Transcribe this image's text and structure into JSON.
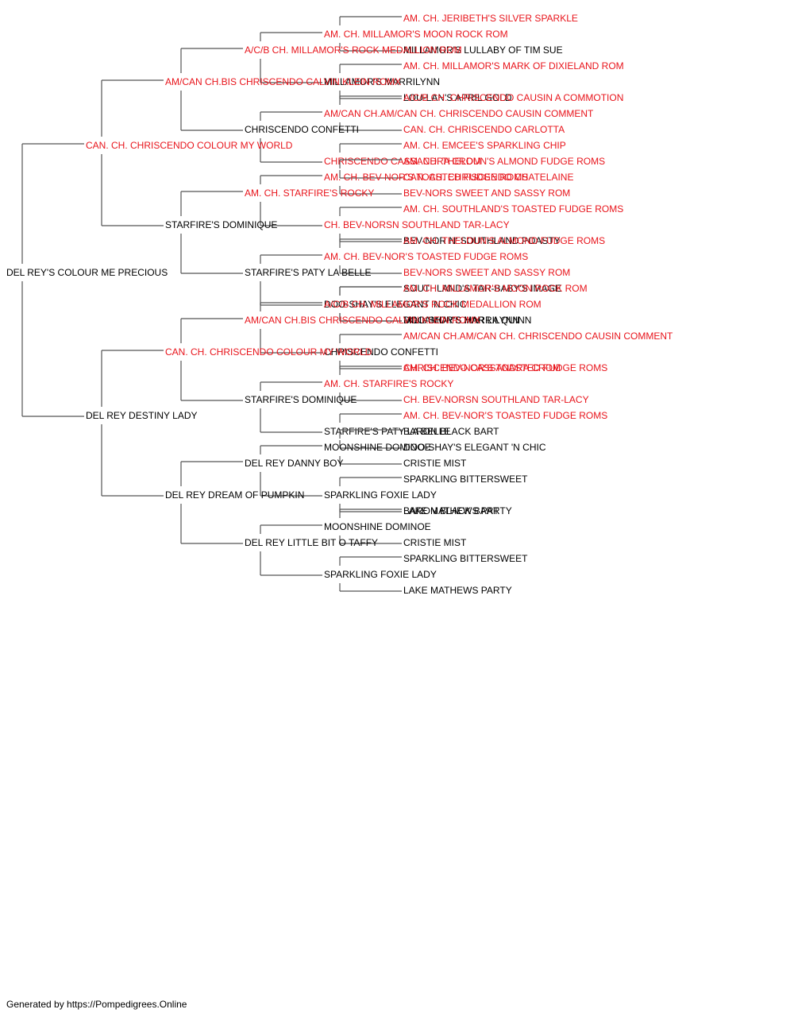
{
  "colors": {
    "champion": "#e8141b",
    "normal": "#000000",
    "line": "#555555"
  },
  "pedigree": {
    "name": "DEL REY'S COLOUR ME PRECIOUS",
    "champion": false,
    "sire": {
      "name": "CAN. CH. CHRISCENDO COLOUR MY WORLD",
      "champion": true,
      "sire": {
        "name": "AM/CAN CH.BIS CHRISCENDO CALVIN KLEIN ROMX",
        "champion": true,
        "sire": {
          "name": "A/C/B CH. MILLAMOR'S ROCK MEDALLION ROM",
          "champion": true,
          "sire": {
            "name": "AM. CH. MILLAMOR'S MOON ROCK ROM",
            "champion": true,
            "sire": {
              "name": "AM. CH. JERIBETH'S SILVER SPARKLE",
              "champion": true
            },
            "dam": {
              "name": "MILLAMOR'S LULLABY OF TIM SUE",
              "champion": false
            }
          },
          "dam": {
            "name": "MILLAMOR'S MARRILYNN",
            "champion": false,
            "sire": {
              "name": "AM. CH. MILLAMOR'S MARK OF DIXIELAND ROM",
              "champion": true
            },
            "dam": {
              "name": "LOU-LAN'S APRIL GOLD",
              "champion": false
            }
          }
        },
        "dam": {
          "name": "CHRISCENDO CONFETTI",
          "champion": false,
          "sire": {
            "name": "AM/CAN CH.AM/CAN CH. CHRISCENDO CAUSIN COMMENT",
            "champion": true,
            "sire": {
              "name": "A/C/B CH. CHRISCENDO CAUSIN A COMMOTION",
              "champion": true
            },
            "dam": {
              "name": "CAN. CH. CHRISCENDO CARLOTTA",
              "champion": true
            }
          },
          "dam": {
            "name": "CHRISCENDO CASSANDRA CROM",
            "champion": true,
            "sire": {
              "name": "AM. CH. EMCEE'S SPARKLING CHIP",
              "champion": true
            },
            "dam": {
              "name": "CAN. CH. CHRISCENDO CHATELAINE",
              "champion": true
            }
          }
        }
      },
      "dam": {
        "name": "STARFIRE'S DOMINIQUE",
        "champion": false,
        "sire": {
          "name": "AM. CH. STARFIRE'S ROCKY",
          "champion": true,
          "sire": {
            "name": "AM. CH. BEV-NOR'S TOASTED FUDGE ROMS",
            "champion": true,
            "sire": {
              "name": "AM. CH. THELDUN'S ALMOND FUDGE ROMS",
              "champion": true
            },
            "dam": {
              "name": "BEV-NORS SWEET AND SASSY ROM",
              "champion": true
            }
          },
          "dam": {
            "name": "CH. BEV-NORSN SOUTHLAND TAR-LACY",
            "champion": true,
            "sire": {
              "name": "AM. CH. SOUTHLAND'S TOASTED FUDGE ROMS",
              "champion": true
            },
            "dam": {
              "name": "BEV-NOR N' SOUTHLAND POASTY",
              "champion": false
            }
          }
        },
        "dam": {
          "name": "STARFIRE'S PATY LA BELLE",
          "champion": false,
          "sire": {
            "name": "AM. CH. BEV-NOR'S TOASTED FUDGE ROMS",
            "champion": true,
            "sire": {
              "name": "AM. CH. THELDUN'S ALMOND FUDGE ROMS",
              "champion": true
            },
            "dam": {
              "name": "BEV-NORS SWEET AND SASSY ROM",
              "champion": true
            }
          },
          "dam": {
            "name": "DOO-SHAY'S ELEGANT 'N CHIC",
            "champion": false,
            "sire": {
              "name": "SOUTHLAND'S TAR-BABY'S IMAGE",
              "champion": false
            },
            "dam": {
              "name": "DOO-SHAY'S HAR LA QUINN",
              "champion": false
            }
          }
        }
      }
    },
    "dam": {
      "name": "DEL REY DESTINY LADY",
      "champion": false,
      "sire": {
        "name": "CAN. CH. CHRISCENDO COLOUR MY WORLD",
        "champion": true,
        "sire": {
          "name": "AM/CAN CH.BIS CHRISCENDO CALVIN KLEIN ROMX",
          "champion": true,
          "sire": {
            "name": "A/C/B CH. MILLAMOR'S ROCK MEDALLION ROM",
            "champion": true,
            "sire": {
              "name": "AM. CH. MILLAMOR'S MOON ROCK ROM",
              "champion": true
            },
            "dam": {
              "name": "MILLAMOR'S MARRILYNN",
              "champion": false
            }
          },
          "dam": {
            "name": "CHRISCENDO CONFETTI",
            "champion": false,
            "sire": {
              "name": "AM/CAN CH.AM/CAN CH. CHRISCENDO CAUSIN COMMENT",
              "champion": true
            },
            "dam": {
              "name": "CHRISCENDO CASSANDRA CROM",
              "champion": true
            }
          }
        },
        "dam": {
          "name": "STARFIRE'S DOMINIQUE",
          "champion": false,
          "sire": {
            "name": "AM. CH. STARFIRE'S ROCKY",
            "champion": true,
            "sire": {
              "name": "AM. CH. BEV-NOR'S TOASTED FUDGE ROMS",
              "champion": true
            },
            "dam": {
              "name": "CH. BEV-NORSN SOUTHLAND TAR-LACY",
              "champion": true
            }
          },
          "dam": {
            "name": "STARFIRE'S PATY LA BELLE",
            "champion": false,
            "sire": {
              "name": "AM. CH. BEV-NOR'S TOASTED FUDGE ROMS",
              "champion": true
            },
            "dam": {
              "name": "DOO-SHAY'S ELEGANT 'N CHIC",
              "champion": false
            }
          }
        }
      },
      "dam": {
        "name": "DEL REY DREAM OF PUMPKIN",
        "champion": false,
        "sire": {
          "name": "DEL REY DANNY BOY",
          "champion": false,
          "sire": {
            "name": "MOONSHINE DOMINOE",
            "champion": false,
            "sire": {
              "name": "BARON BLACK BART",
              "champion": false
            },
            "dam": {
              "name": "CRISTIE MIST",
              "champion": false
            }
          },
          "dam": {
            "name": "SPARKLING FOXIE LADY",
            "champion": false,
            "sire": {
              "name": "SPARKLING BITTERSWEET",
              "champion": false
            },
            "dam": {
              "name": "LAKE MATHEWS PARTY",
              "champion": false
            }
          }
        },
        "dam": {
          "name": "DEL REY LITTLE BIT O TAFFY",
          "champion": false,
          "sire": {
            "name": "MOONSHINE DOMINOE",
            "champion": false,
            "sire": {
              "name": "BARON BLACK BART",
              "champion": false
            },
            "dam": {
              "name": "CRISTIE MIST",
              "champion": false
            }
          },
          "dam": {
            "name": "SPARKLING FOXIE LADY",
            "champion": false,
            "sire": {
              "name": "SPARKLING BITTERSWEET",
              "champion": false
            },
            "dam": {
              "name": "LAKE MATHEWS PARTY",
              "champion": false
            }
          }
        }
      }
    }
  },
  "footer": "Generated by https://Pompedigrees.Online"
}
